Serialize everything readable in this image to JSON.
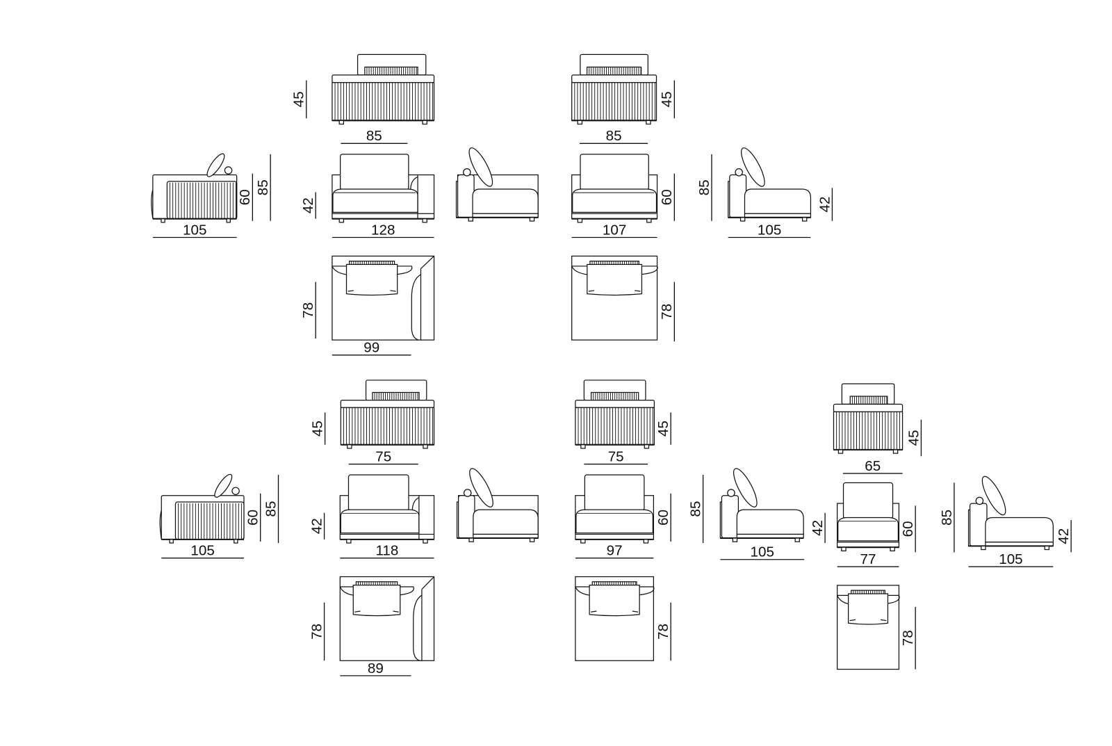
{
  "row1": {
    "back_view_a": {
      "height": "45",
      "width": "85"
    },
    "back_view_b": {
      "height": "45",
      "width": "85"
    },
    "side_view_left": {
      "seat_height": "60",
      "height": "85",
      "depth": "105"
    },
    "front_view_a": {
      "seat_height": "42",
      "width": "128"
    },
    "front_view_b": {
      "height": "60",
      "width": "107"
    },
    "side_view_right": {
      "height": "85",
      "seat_height": "42",
      "depth": "105"
    },
    "top_view_a": {
      "depth": "78",
      "width": "99"
    },
    "top_view_b": {
      "depth": "78"
    }
  },
  "row2": {
    "back_view_a": {
      "height": "45",
      "width": "75"
    },
    "back_view_b": {
      "height": "45",
      "width": "75"
    },
    "back_view_c": {
      "height": "45",
      "width": "65"
    },
    "side_view_left": {
      "seat_height": "60",
      "height": "85",
      "depth": "105"
    },
    "front_view_a": {
      "seat_height": "42",
      "width": "118"
    },
    "front_view_b": {
      "height": "60",
      "width": "97"
    },
    "side_view_right": {
      "height": "85",
      "seat_height": "42",
      "depth": "105"
    },
    "front_view_c": {
      "height": "60",
      "width": "77"
    },
    "side_view_right_c": {
      "height": "85",
      "seat_height": "42",
      "depth": "105"
    },
    "top_view_a": {
      "depth": "78",
      "width": "89"
    },
    "top_view_b": {
      "depth": "78"
    },
    "top_view_c": {
      "depth": "78"
    }
  },
  "colors": {
    "line": "#111111",
    "background": "#ffffff"
  }
}
